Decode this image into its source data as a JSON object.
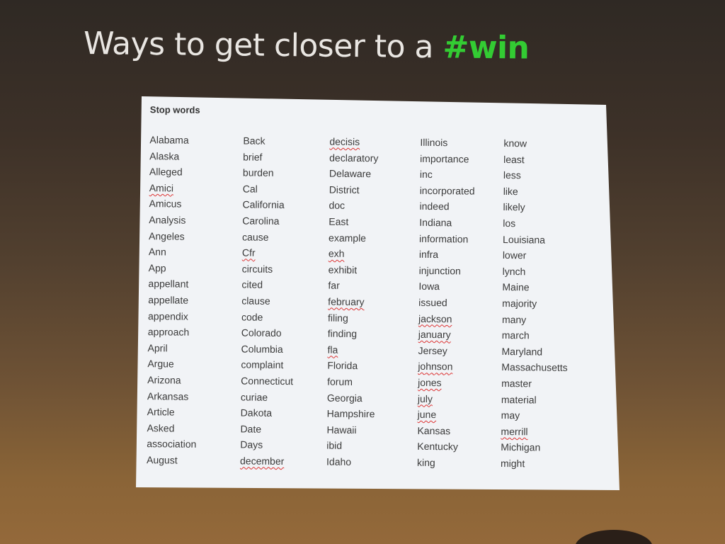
{
  "slide": {
    "title_prefix": "Ways to get closer to a ",
    "title_accent": "#win",
    "accent_color": "#33cc33"
  },
  "panel": {
    "header": "Stop words",
    "columns": [
      {
        "words": [
          "Alabama",
          "Alaska",
          "Alleged",
          "Amici",
          "Amicus",
          "Analysis",
          "Angeles",
          "Ann",
          "App",
          "appellant",
          "appellate",
          "appendix",
          "approach",
          "April",
          "Argue",
          "Arizona",
          "Arkansas",
          "Article",
          "Asked",
          "association",
          "August"
        ],
        "flagged": [
          false,
          false,
          false,
          true,
          false,
          false,
          false,
          false,
          false,
          false,
          false,
          false,
          false,
          false,
          false,
          false,
          false,
          false,
          false,
          false,
          false
        ]
      },
      {
        "words": [
          "Back",
          "brief",
          "burden",
          "Cal",
          "California",
          "Carolina",
          "cause",
          "Cfr",
          "circuits",
          "cited",
          "clause",
          "code",
          "Colorado",
          "Columbia",
          "complaint",
          "Connecticut",
          "curiae",
          "Dakota",
          "Date",
          "Days",
          "december"
        ],
        "flagged": [
          false,
          false,
          false,
          false,
          false,
          false,
          false,
          true,
          false,
          false,
          false,
          false,
          false,
          false,
          false,
          false,
          false,
          false,
          false,
          false,
          true
        ]
      },
      {
        "words": [
          "decisis",
          "declaratory",
          "Delaware",
          "District",
          "doc",
          "East",
          "example",
          "exh",
          "exhibit",
          "far",
          "february",
          "filing",
          "finding",
          "fla",
          "Florida",
          "forum",
          "Georgia",
          "Hampshire",
          "Hawaii",
          "ibid",
          "Idaho"
        ],
        "flagged": [
          true,
          false,
          false,
          false,
          false,
          false,
          false,
          true,
          false,
          false,
          true,
          false,
          false,
          true,
          false,
          false,
          false,
          false,
          false,
          false,
          false
        ]
      },
      {
        "words": [
          "Illinois",
          "importance",
          "inc",
          "incorporated",
          "indeed",
          "Indiana",
          "information",
          "infra",
          "injunction",
          "Iowa",
          "issued",
          "jackson",
          "january",
          "Jersey",
          "johnson",
          "jones",
          "july",
          "june",
          "Kansas",
          "Kentucky",
          "king"
        ],
        "flagged": [
          false,
          false,
          false,
          false,
          false,
          false,
          false,
          false,
          false,
          false,
          false,
          true,
          true,
          false,
          true,
          true,
          true,
          true,
          false,
          false,
          false
        ]
      },
      {
        "words": [
          "know",
          "least",
          "less",
          "like",
          "likely",
          "los",
          "Louisiana",
          "lower",
          "lynch",
          "Maine",
          "majority",
          "many",
          "march",
          "Maryland",
          "Massachusetts",
          "master",
          "material",
          "may",
          "merrill",
          "Michigan",
          "might"
        ],
        "flagged": [
          false,
          false,
          false,
          false,
          false,
          false,
          false,
          false,
          false,
          false,
          false,
          false,
          false,
          false,
          false,
          false,
          false,
          false,
          true,
          false,
          false
        ]
      }
    ]
  }
}
